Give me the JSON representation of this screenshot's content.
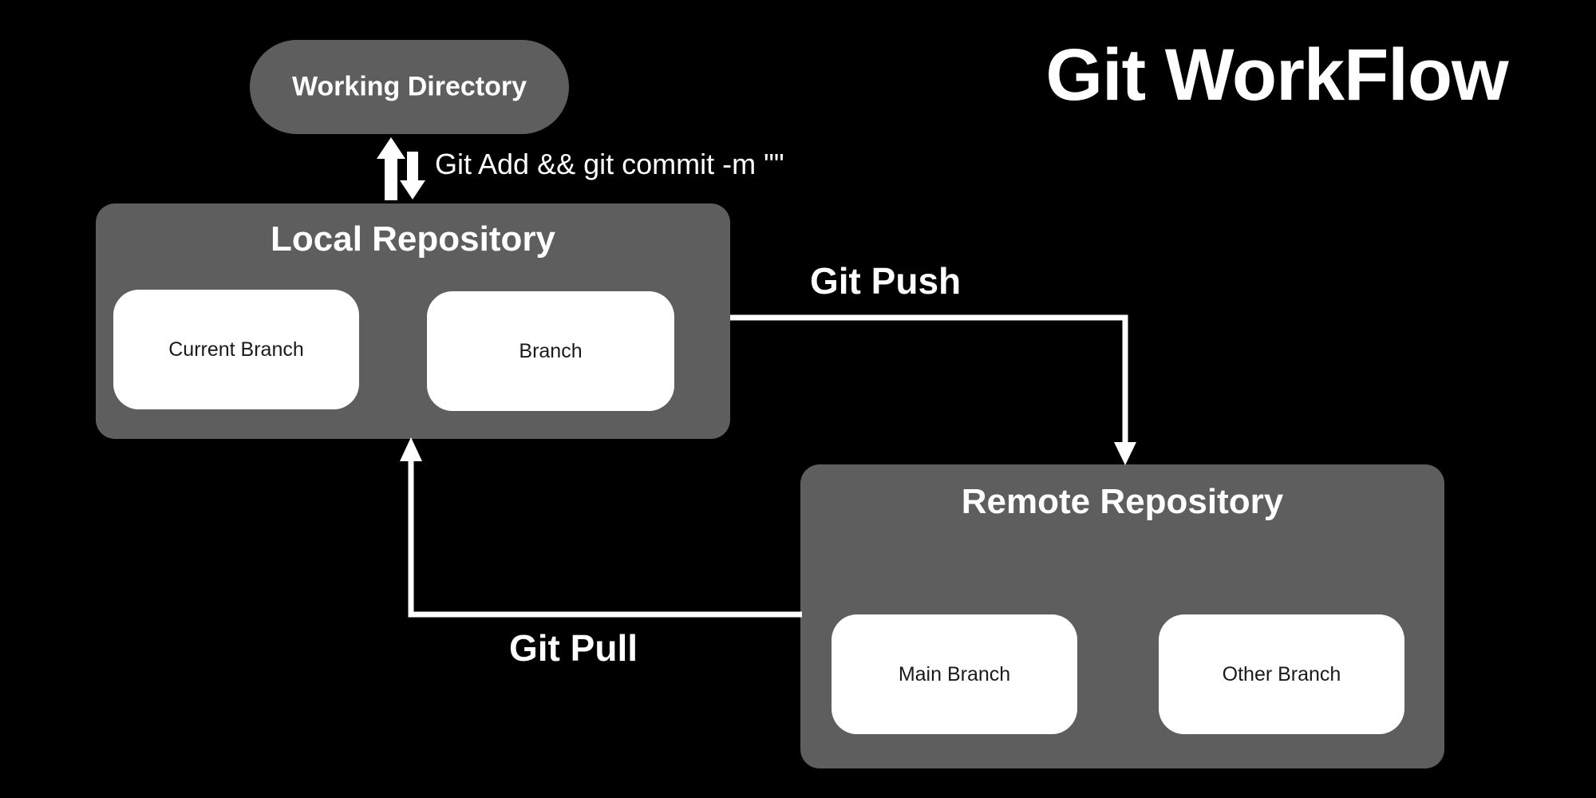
{
  "title": "Git WorkFlow",
  "theme": {
    "background": "#000000",
    "container_gray": "#5e5e5e",
    "card_white": "#ffffff",
    "text_light": "#ffffff",
    "text_dark": "#1a1a1a",
    "connector": "#ffffff"
  },
  "nodes": {
    "working_directory": {
      "label": "Working Directory",
      "shape": "pill"
    },
    "local_repository": {
      "label": "Local Repository",
      "branches": [
        {
          "label": "Current Branch"
        },
        {
          "label": "Branch"
        }
      ]
    },
    "remote_repository": {
      "label": "Remote Repository",
      "branches": [
        {
          "label": "Main Branch"
        },
        {
          "label": "Other Branch"
        }
      ]
    }
  },
  "edges": [
    {
      "id": "commit",
      "label": "Git Add && git commit -m \"\"",
      "from": "working_directory",
      "to": "local_repository",
      "icon": "up-down-arrows-icon",
      "direction": "bidirectional"
    },
    {
      "id": "push",
      "label": "Git Push",
      "from": "local_repository",
      "to": "remote_repository",
      "icon": "arrow-down-icon",
      "direction": "forward"
    },
    {
      "id": "pull",
      "label": "Git Pull",
      "from": "remote_repository",
      "to": "local_repository",
      "icon": "arrow-up-icon",
      "direction": "forward"
    }
  ]
}
